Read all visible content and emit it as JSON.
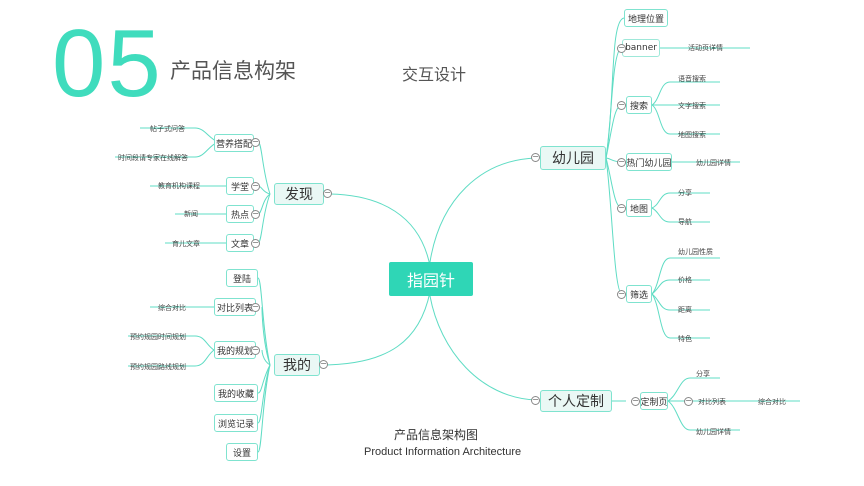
{
  "header": {
    "number": "05",
    "title": "产品信息构架",
    "subtitle": "交互设计"
  },
  "root": "指园针",
  "right": {
    "kindergarten": {
      "label": "幼儿园",
      "location": "地理位置",
      "banner": "banner",
      "banner_detail": "活动页详情",
      "search": "搜索",
      "search_items": [
        "语音搜索",
        "文字搜索",
        "地图搜索"
      ],
      "hot": "热门幼儿园",
      "hot_detail": "幼儿园详情",
      "map": "地图",
      "map_items": [
        "分享",
        "导航"
      ],
      "filter": "筛选",
      "filter_items": [
        "幼儿园性质",
        "价格",
        "距离",
        "特色"
      ]
    },
    "custom": {
      "label": "个人定制",
      "page": "定制页",
      "items": [
        "分享",
        "对比列表",
        "幼儿园详情"
      ],
      "compare_detail": "综合对比"
    }
  },
  "left": {
    "discover": {
      "label": "发现",
      "nutrition": "营养搭配",
      "nutrition_items": [
        "帖子式问答",
        "时间段请专家在线解答"
      ],
      "school": "学堂",
      "school_item": "教育机构课程",
      "hot": "热点",
      "hot_item": "新闻",
      "article": "文章",
      "article_item": "育儿文章"
    },
    "mine": {
      "label": "我的",
      "login": "登陆",
      "compare": "对比列表",
      "compare_item": "综合对比",
      "plan": "我的规划",
      "plan_items": [
        "预约规园时间规划",
        "预约规园路线规划"
      ],
      "collect": "我的收藏",
      "history": "浏览记录",
      "settings": "设置"
    }
  },
  "caption": {
    "cn": "产品信息架构图",
    "en": "Product Information Architecture"
  }
}
